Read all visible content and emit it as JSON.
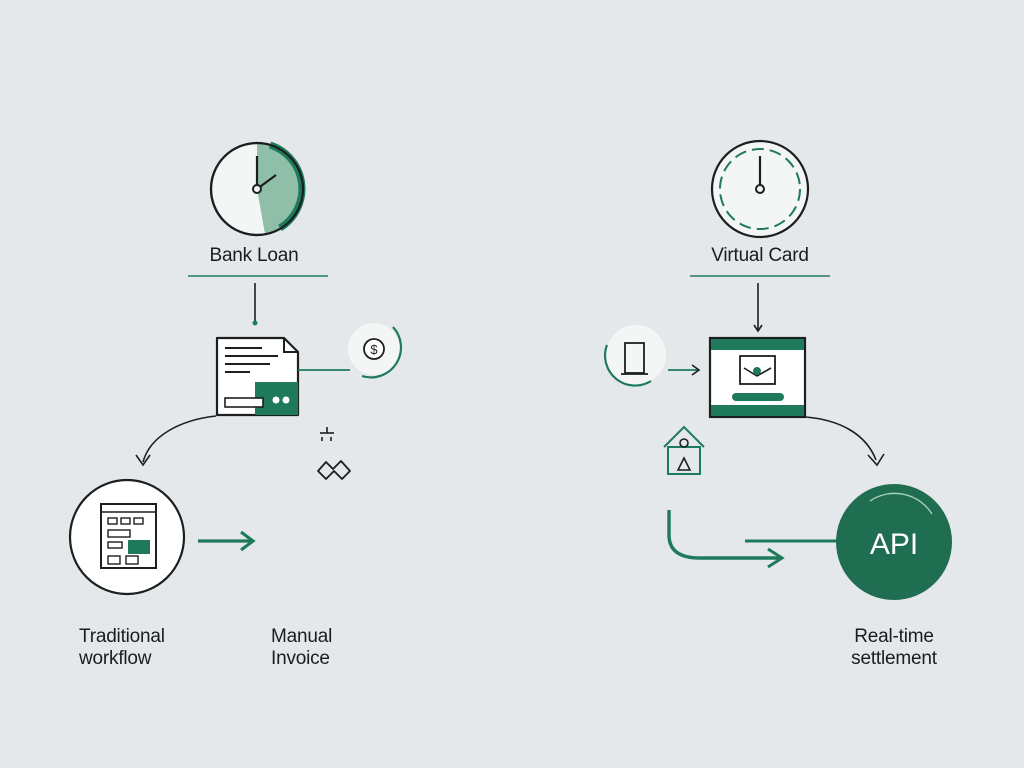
{
  "colors": {
    "background": "#e4e8ea",
    "accent": "#1f7a5c",
    "accent_light": "#8fbfa9",
    "ink": "#1c1f20"
  },
  "left": {
    "clock_label": "Bank Loan",
    "workflow_label_line1": "Traditional",
    "workflow_label_line2": "workflow",
    "invoice_label_line1": "Manual",
    "invoice_label_line2": "Invoice",
    "icons": [
      "clock-icon",
      "document-icon",
      "coin-icon",
      "workflow-icon",
      "arrow-right-icon",
      "link-icon"
    ]
  },
  "right": {
    "clock_label": "Virtual Card",
    "api_label": "API",
    "settlement_label_line1": "Real-time",
    "settlement_label_line2": "settlement",
    "icons": [
      "clock-icon",
      "virtual-card-icon",
      "door-icon",
      "house-icon",
      "api-icon",
      "arrow-right-icon"
    ]
  }
}
